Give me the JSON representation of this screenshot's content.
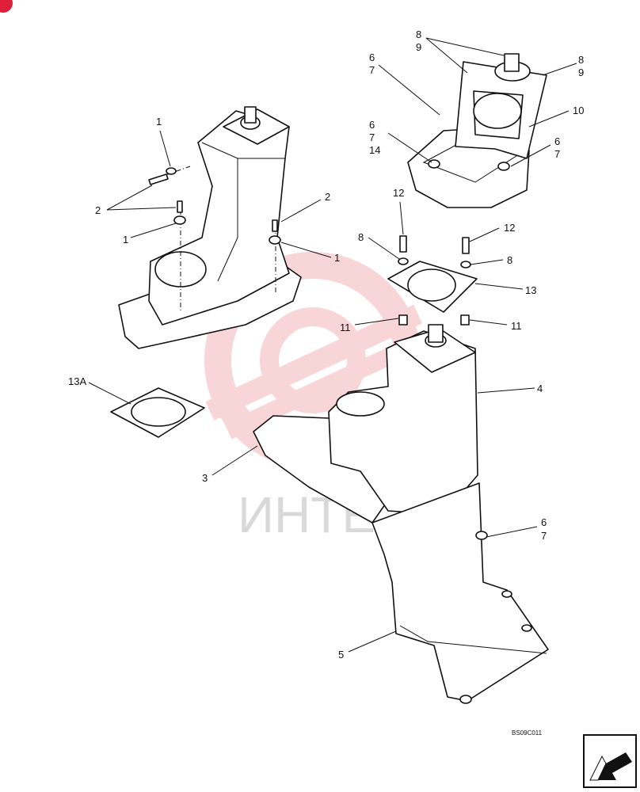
{
  "diagram": {
    "drawing_code": "BS09C011",
    "watermark_text": "ИНТЕ",
    "colors": {
      "ink": "#111111",
      "watermark": "#f3b5b8",
      "watermark_text": "#d9d9d9",
      "corner_mark": "#e0203a"
    },
    "callouts": {
      "c8a": "8",
      "c9a": "9",
      "c8b": "8",
      "c9b": "9",
      "c6a": "6",
      "c7a": "7",
      "c10": "10",
      "c6b": "6",
      "c7b": "7",
      "c14": "14",
      "c6c": "6",
      "c7c": "7",
      "c1a": "1",
      "c2a": "2",
      "c1b": "1",
      "c2b": "2",
      "c1c": "1",
      "c12a": "12",
      "c12b": "12",
      "c8c": "8",
      "c8d": "8",
      "c13": "13",
      "c11a": "11",
      "c11b": "11",
      "c13a": "13A",
      "c4": "4",
      "c3": "3",
      "c6d": "6",
      "c7d": "7",
      "c5": "5"
    }
  }
}
